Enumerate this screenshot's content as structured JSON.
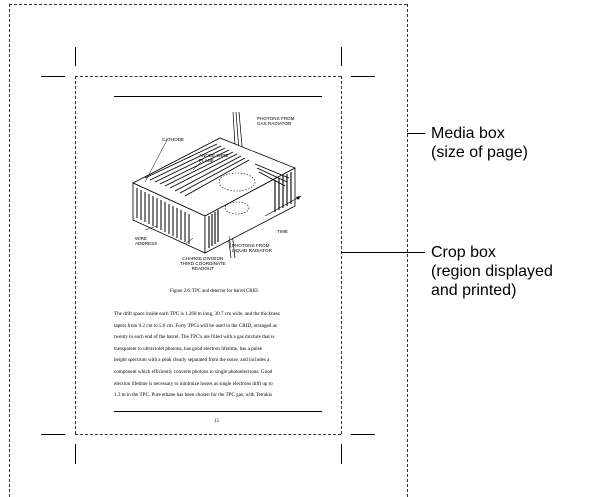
{
  "labels": {
    "media_box_line1": "Media box",
    "media_box_line2": "(size of page)",
    "crop_box_line1": "Crop box",
    "crop_box_line2": "(region displayed",
    "crop_box_line3": "and printed)"
  },
  "figure": {
    "cathode": "CATHODE",
    "anode_line1": "ANODE WIRE",
    "anode_line2": "PLANE",
    "photons_gas_line1": "PHOTONS FROM",
    "photons_gas_line2": "GAS RADIATOR",
    "time": "TIME",
    "photons_liquid_line1": "PHOTONS FROM",
    "photons_liquid_line2": "LIQUID RADIATOR",
    "wire_line1": "WIRE",
    "wire_line2": "ADDRESS",
    "charge_line1": "CHARGE DIVISION",
    "charge_line2": "THIRD COORDINATE",
    "charge_line3": "READOUT",
    "caption": "Figure 2.6: TPC and detector for barrel CRID."
  },
  "body_lines": [
    "The drift space inside each TPC is 1.268 m long, 30.7 cm wide, and the thickness",
    "tapers from 9.2 cm to 5.6 cm. Forty TPCs will be used in the CRID, arranged as",
    "twenty in each end of the barrel. The TPC's are filled with a gas mixture that is",
    "transparent to ultraviolet photons, has good electron lifetime, has a pulse",
    "height spectrum with a peak clearly separated from the noise, and includes a",
    "component which efficiently converts photons to single photoelectrons. Good",
    "electron lifetime is necessary to minimize losses as single electrons drift up to",
    "1.3 m in the TPC. Pure ethane has been chosen for the TPC gas, with Tetrakis"
  ],
  "page_number": "15"
}
